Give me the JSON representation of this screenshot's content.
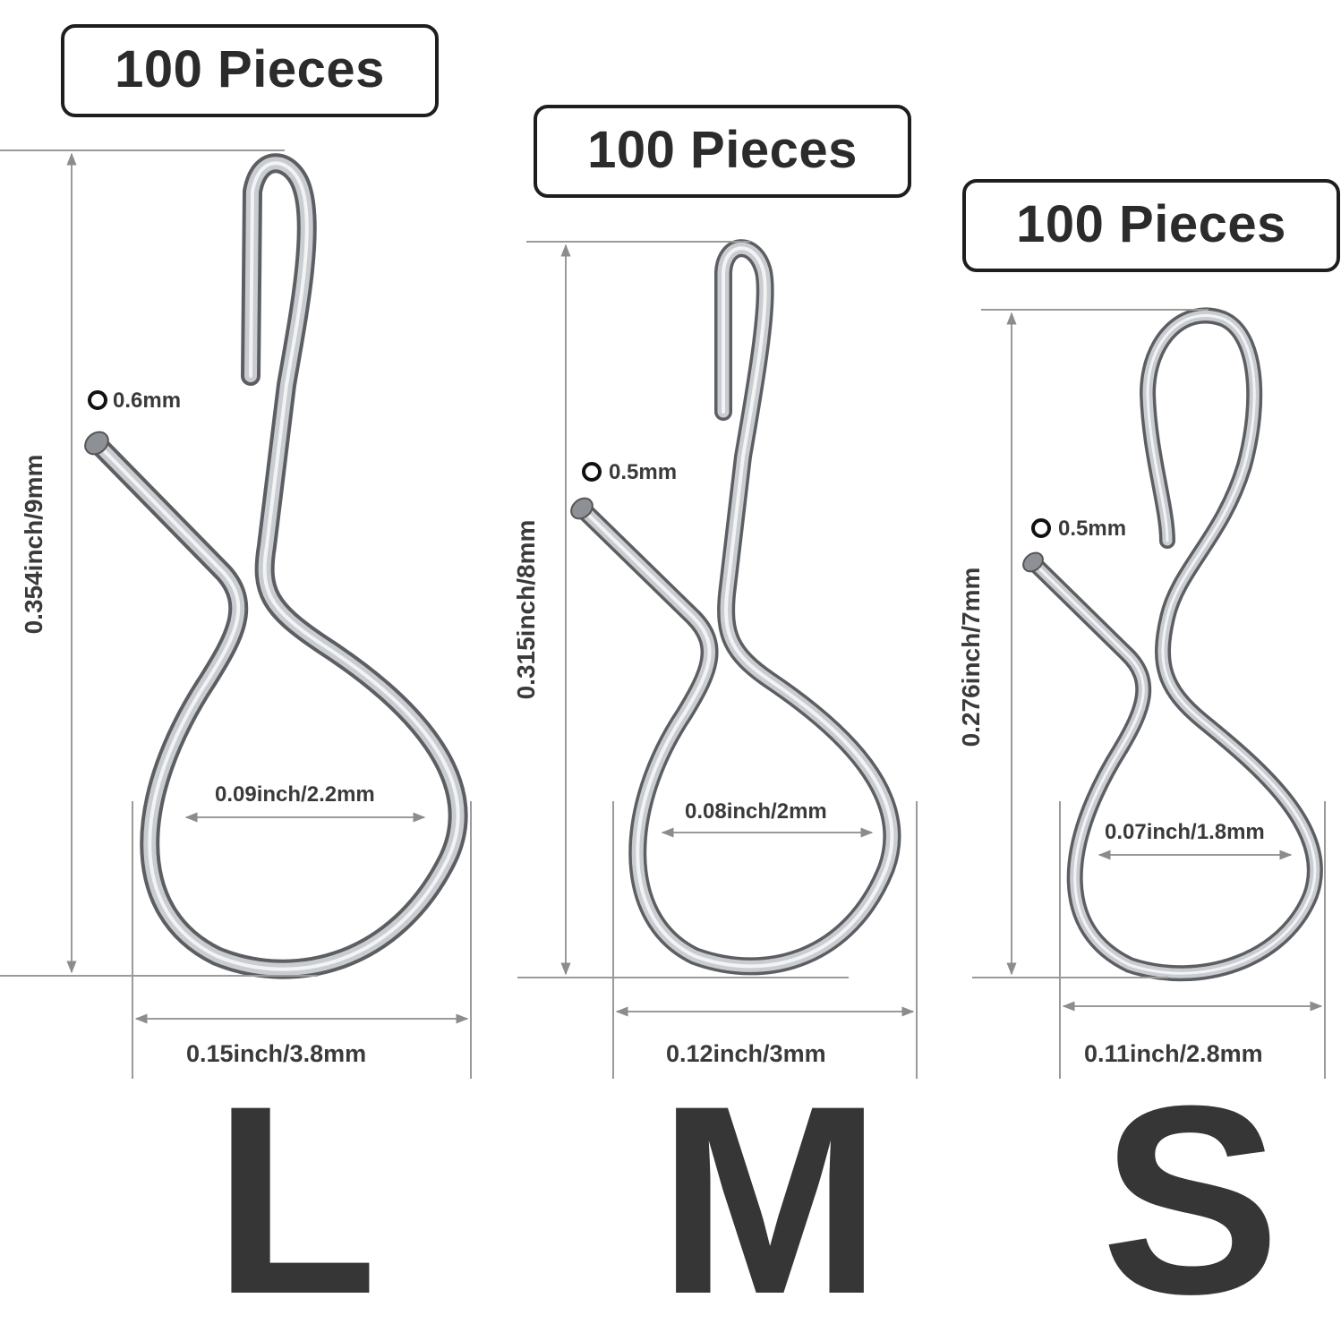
{
  "sizes": {
    "large": {
      "letter": "L",
      "quantity": "100 Pieces",
      "height": "0.354inch/9mm",
      "loop_width": "0.09inch/2.2mm",
      "overall_width": "0.15inch/3.8mm",
      "wire": "0.6mm"
    },
    "medium": {
      "letter": "M",
      "quantity": "100 Pieces",
      "height": "0.315inch/8mm",
      "loop_width": "0.08inch/2mm",
      "overall_width": "0.12inch/3mm",
      "wire": "0.5mm"
    },
    "small": {
      "letter": "S",
      "quantity": "100 Pieces",
      "height": "0.276inch/7mm",
      "loop_width": "0.07inch/1.8mm",
      "overall_width": "0.11inch/2.8mm",
      "wire": "0.5mm"
    }
  },
  "colors": {
    "text": "#2b2b2b",
    "wire_dark": "#5f6164",
    "wire_light": "#e4e6e8",
    "dimension_line": "#9a9a9a"
  }
}
